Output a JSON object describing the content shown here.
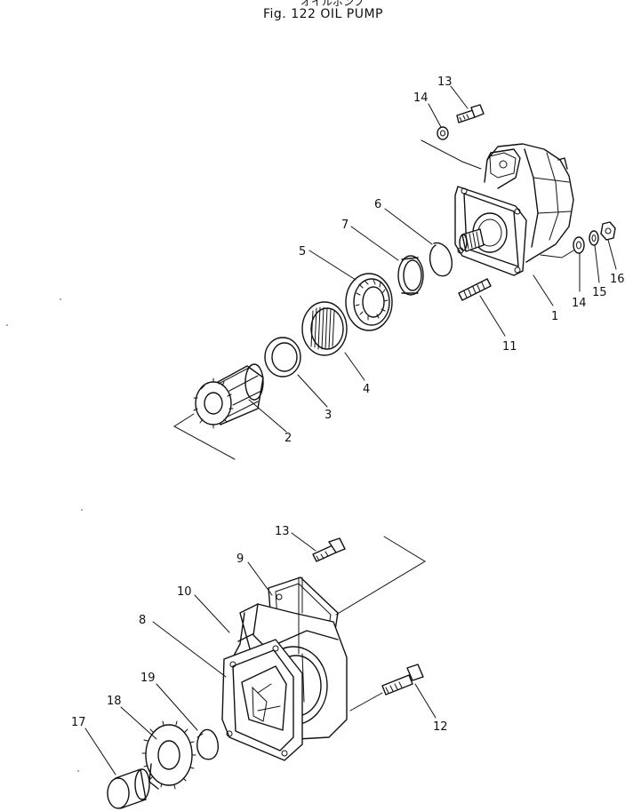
{
  "header": {
    "subtitle_jp": "オイルポンプ",
    "title": "Fig. 122  OIL  PUMP"
  },
  "callouts": {
    "c1": "1",
    "c2": "2",
    "c3": "3",
    "c4": "4",
    "c5": "5",
    "c6": "6",
    "c7": "7",
    "c8": "8",
    "c9": "9",
    "c10": "10",
    "c11": "11",
    "c12": "12",
    "c13a": "13",
    "c13b": "13",
    "c14a": "14",
    "c14b": "14",
    "c15": "15",
    "c16": "16",
    "c17": "17",
    "c18": "18",
    "c19": "19"
  }
}
